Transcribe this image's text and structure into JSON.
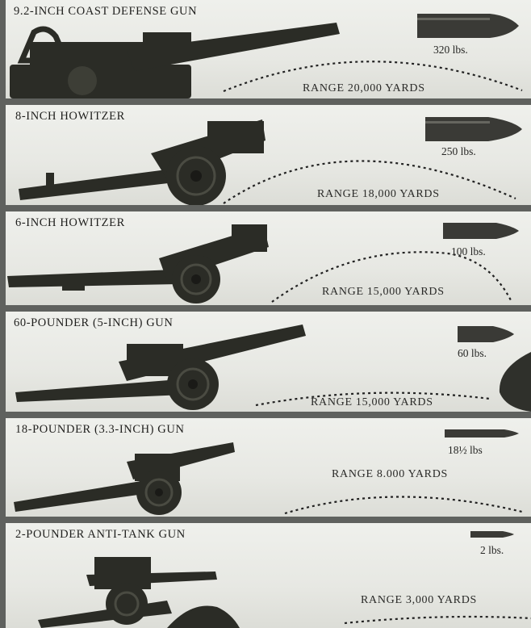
{
  "guns": [
    {
      "title": "9.2-INCH COAST DEFENSE GUN",
      "weight": "320 lbs.",
      "range": "RANGE 20,000 YARDS"
    },
    {
      "title": "8-INCH HOWITZER",
      "weight": "250 lbs.",
      "range": "RANGE 18,000 YARDS"
    },
    {
      "title": "6-INCH HOWITZER",
      "weight": "100 lbs.",
      "range": "RANGE 15,000 YARDS"
    },
    {
      "title": "60-POUNDER (5-INCH) GUN",
      "weight": "60 lbs.",
      "range": "RANGE 15,000 YARDS"
    },
    {
      "title": "18-POUNDER (3.3-INCH) GUN",
      "weight": "18½ lbs",
      "range": "RANGE 8.000 YARDS"
    },
    {
      "title": "2-POUNDER ANTI-TANK GUN",
      "weight": "2 lbs.",
      "range": "RANGE 3,000 YARDS"
    }
  ],
  "colors": {
    "ink": "#1e1f1c",
    "gun": "#2b2c26",
    "gunHighlight": "#4a4b42",
    "shell": "#3a3a36"
  }
}
